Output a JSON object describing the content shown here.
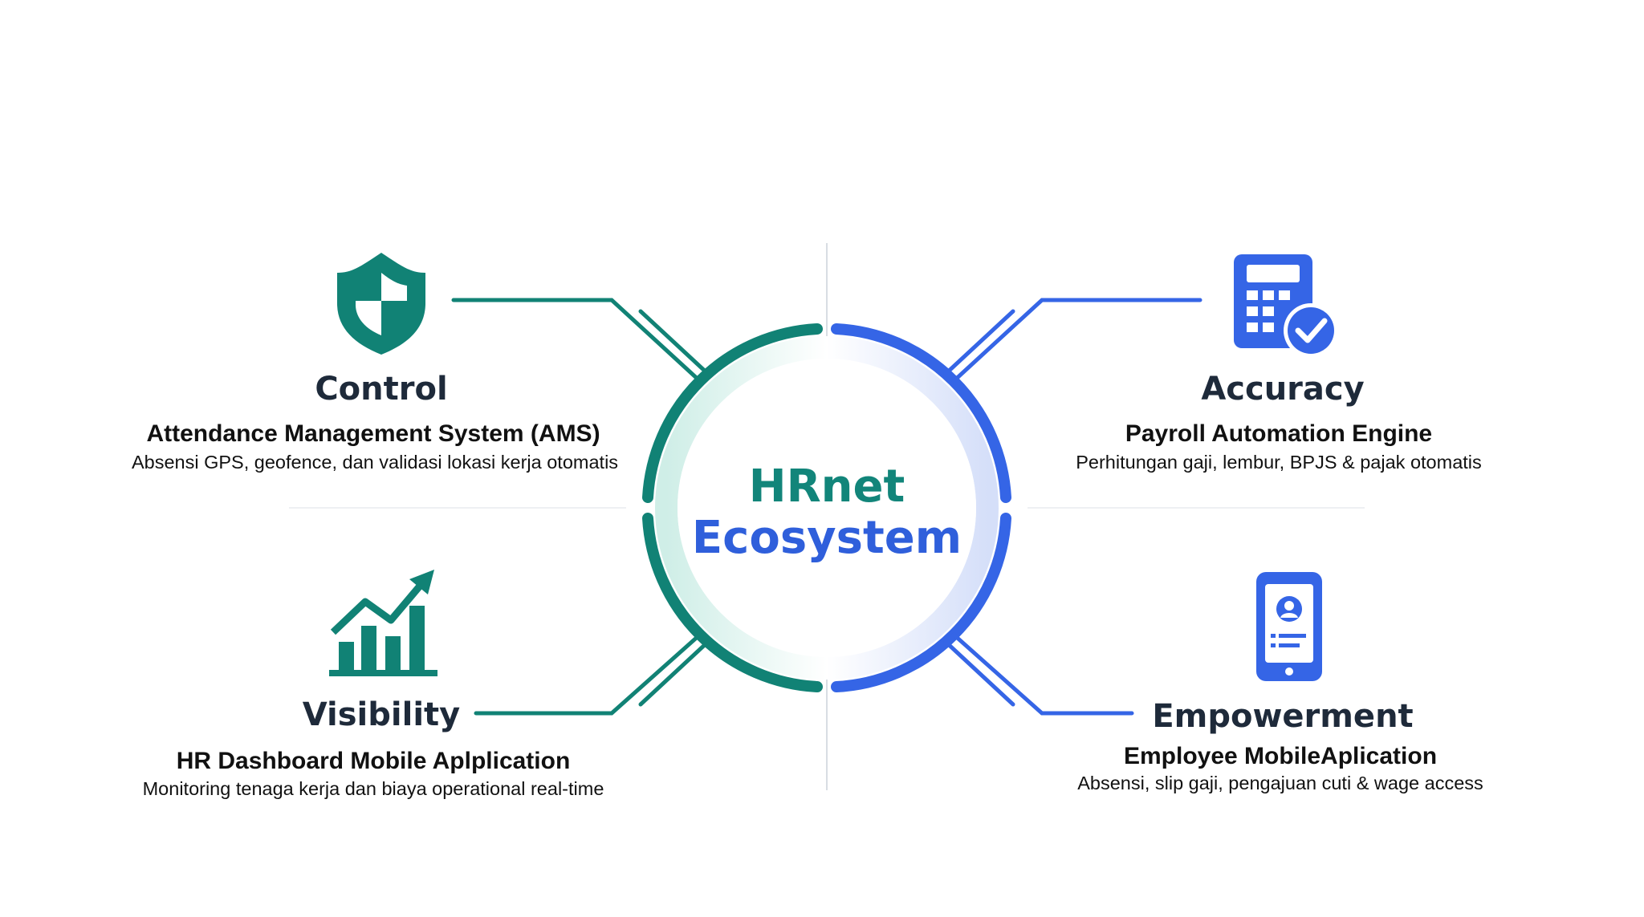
{
  "center": {
    "line1": "HRnet",
    "line2": "Ecosystem",
    "color_line1": "#12857a",
    "color_line2": "#2f5fdb"
  },
  "colors": {
    "teal": "#118275",
    "blue": "#3565e6",
    "heading": "#1e2a3a",
    "text": "#111111"
  },
  "pillars": {
    "control": {
      "icon": "shield-icon",
      "title": "Control",
      "subtitle": "Attendance Management System (AMS)",
      "description": "Absensi GPS, geofence, dan validasi lokasi kerja otomatis"
    },
    "accuracy": {
      "icon": "calculator-check-icon",
      "title": "Accuracy",
      "subtitle": "Payroll Automation Engine",
      "description": "Perhitungan gaji, lembur, BPJS & pajak otomatis"
    },
    "visibility": {
      "icon": "growth-chart-icon",
      "title": "Visibility",
      "subtitle": "HR Dashboard Mobile Aplplication",
      "description": "Monitoring tenaga kerja dan biaya operational real-time"
    },
    "empowerment": {
      "icon": "mobile-profile-icon",
      "title": "Empowerment",
      "subtitle": "Employee MobileAplication",
      "description": "Absensi, slip gaji, pengajuan cuti & wage access"
    }
  }
}
